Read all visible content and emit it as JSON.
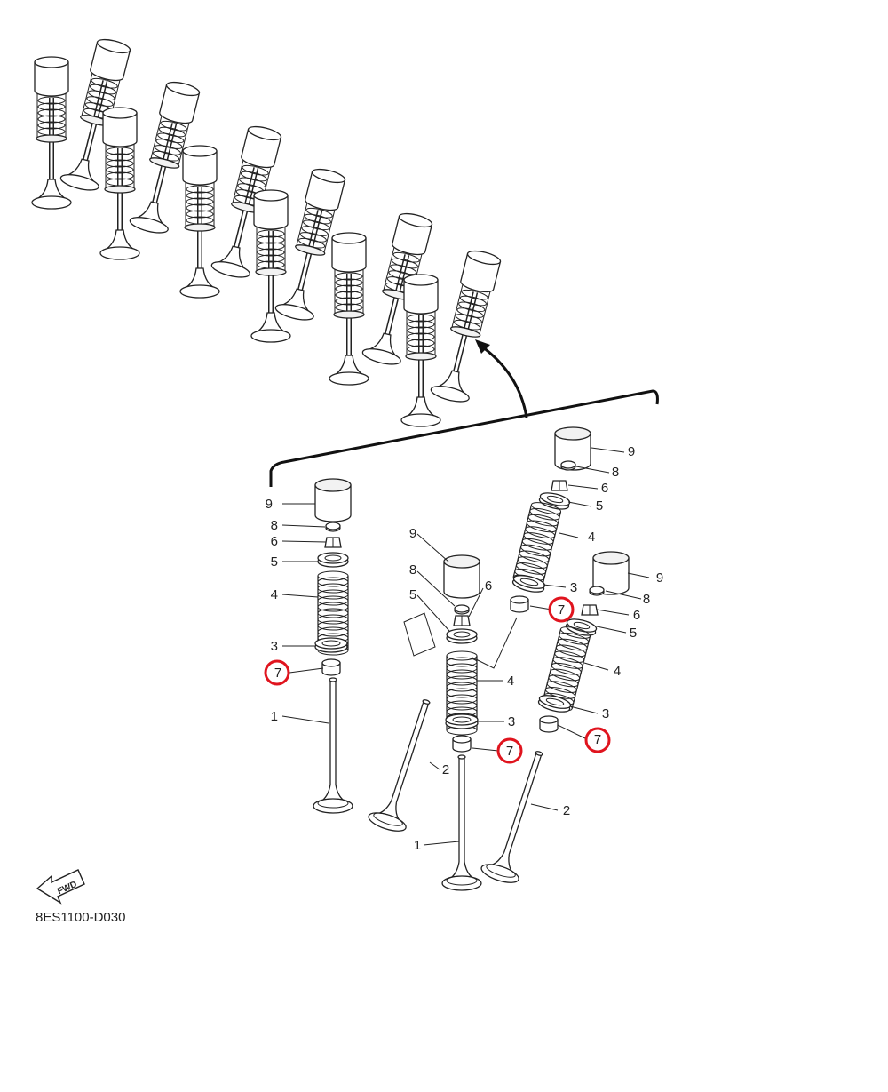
{
  "diagram": {
    "code": "8ES1100-D030",
    "fwd_label": "FWD",
    "highlight_color": "#e0141e",
    "callouts": {
      "n1": "1",
      "n2": "2",
      "n3": "3",
      "n4": "4",
      "n5": "5",
      "n6": "6",
      "n7": "7",
      "n8": "8",
      "n9": "9"
    }
  }
}
